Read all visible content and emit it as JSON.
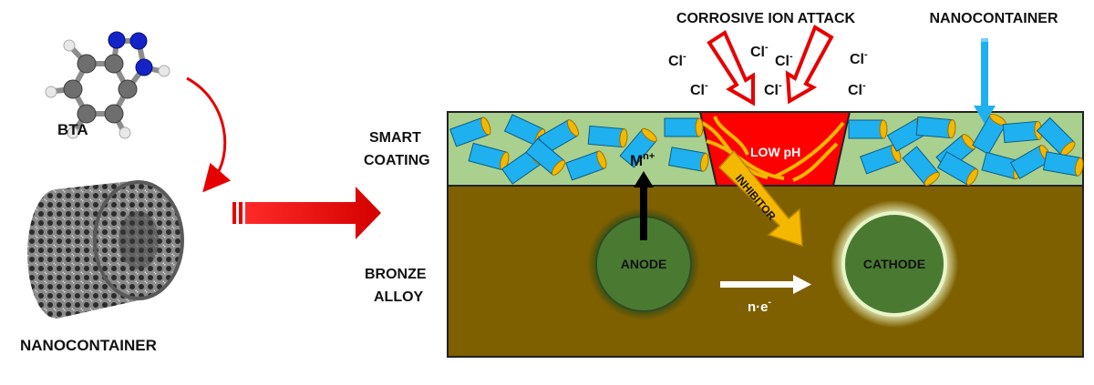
{
  "left": {
    "molecule_label": "BTA",
    "container_label": "NANOCONTAINER"
  },
  "panel": {
    "top_label": "CORROSIVE ION ATTACK",
    "nanocontainer_label": "NANOCONTAINER",
    "coating_label_1": "SMART",
    "coating_label_2": "COATING",
    "alloy_label_1": "BRONZE",
    "alloy_label_2": "ALLOY",
    "low_ph": "LOW pH",
    "inhibitor": "INHIBITOR",
    "anode": "ANODE",
    "cathode": "CATHODE",
    "metal_ion": "M",
    "metal_ion_sup": "n+",
    "electron": "n·e",
    "electron_sup": "-",
    "chloride": "Cl",
    "chloride_sup": "-"
  },
  "colors": {
    "coating": "#a9d08e",
    "alloy": "#7f6000",
    "pit": "#ff0000",
    "tube": "#1fb0f0",
    "tube_end": "#f5b800",
    "inhibitor": "#f5b800",
    "electrode": "#3b6b2a"
  }
}
